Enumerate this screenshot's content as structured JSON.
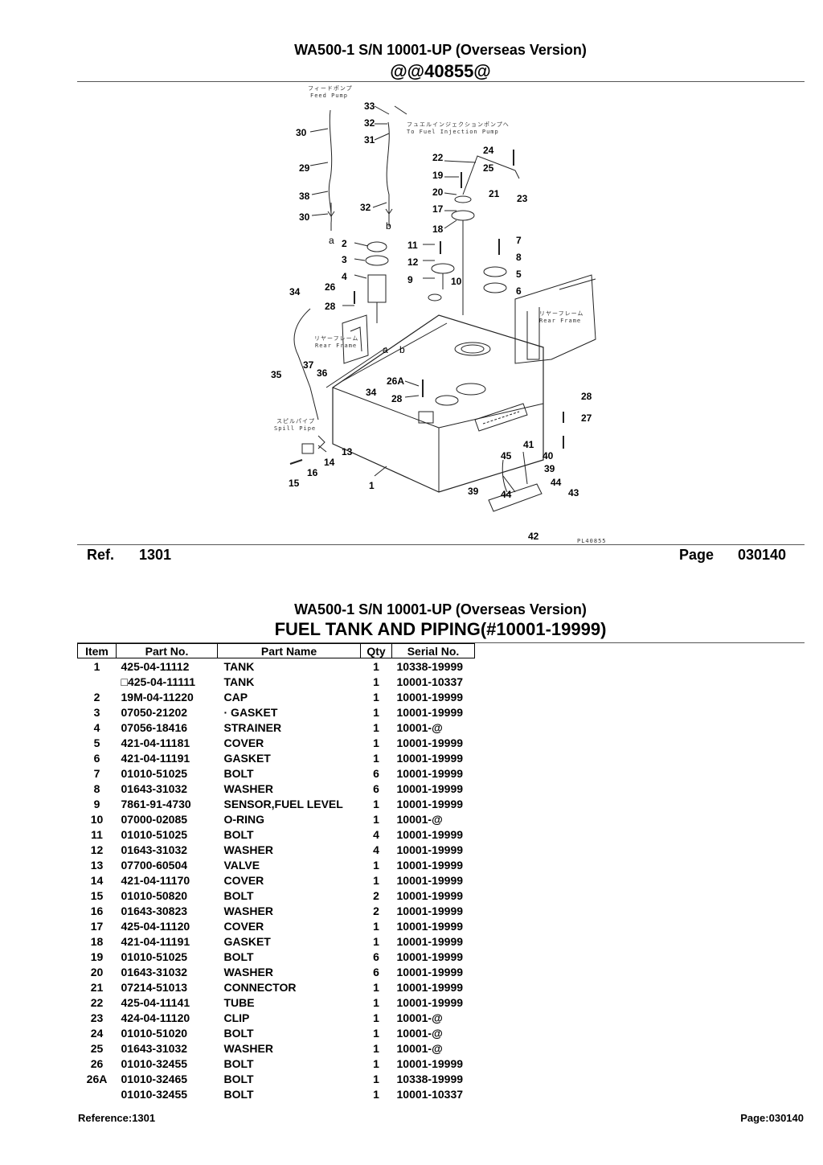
{
  "header": {
    "model_line": "WA500-1 S/N 10001-UP (Overseas Version)",
    "illustration_code": "@@40855@"
  },
  "diagram": {
    "drawing_number": "PL40855",
    "captions": {
      "feed_pump_jp": "フィードポンプ",
      "feed_pump_en": "Feed Pump",
      "injection_jp": "フュエルインジェクションポンプへ",
      "injection_en": "To Fuel Injection Pump",
      "rear_frame_jp_1": "リヤーフレーム",
      "rear_frame_en_1": "Rear Frame",
      "rear_frame_jp_2": "リヤーフレーム",
      "rear_frame_en_2": "Rear Frame",
      "spill_pipe_jp": "スピルパイプ",
      "spill_pipe_en": "Spill Pipe"
    },
    "callouts": [
      "33",
      "32",
      "30",
      "31",
      "24",
      "22",
      "29",
      "25",
      "19",
      "20",
      "21",
      "23",
      "38",
      "32",
      "17",
      "30",
      "18",
      "7",
      "2",
      "11",
      "8",
      "3",
      "12",
      "5",
      "4",
      "9",
      "10",
      "6",
      "26",
      "34",
      "28",
      "37",
      "36",
      "35",
      "26A",
      "34",
      "28",
      "28",
      "27",
      "13",
      "41",
      "45",
      "40",
      "14",
      "39",
      "16",
      "44",
      "15",
      "1",
      "39",
      "44",
      "43",
      "42"
    ],
    "letters": [
      "a",
      "b",
      "a",
      "b"
    ]
  },
  "reference_bar": {
    "ref_label": "Ref.",
    "ref_value": "1301",
    "page_label": "Page",
    "page_value": "030140"
  },
  "section": {
    "model_line": "WA500-1 S/N 10001-UP (Overseas Version)",
    "title": "FUEL TANK AND PIPING(#10001-19999)"
  },
  "table": {
    "headers": [
      "Item",
      "Part No.",
      "Part Name",
      "Qty",
      "Serial No."
    ],
    "rows": [
      [
        "1",
        "425-04-11112",
        "TANK",
        "1",
        "10338-19999"
      ],
      [
        "",
        "□425-04-11111",
        "TANK",
        "1",
        "10001-10337"
      ],
      [
        "2",
        "19M-04-11220",
        "CAP",
        "1",
        "10001-19999"
      ],
      [
        "3",
        "07050-21202",
        "· GASKET",
        "1",
        "10001-19999"
      ],
      [
        "4",
        "07056-18416",
        "STRAINER",
        "1",
        "10001-@"
      ],
      [
        "5",
        "421-04-11181",
        "COVER",
        "1",
        "10001-19999"
      ],
      [
        "6",
        "421-04-11191",
        "GASKET",
        "1",
        "10001-19999"
      ],
      [
        "7",
        "01010-51025",
        "BOLT",
        "6",
        "10001-19999"
      ],
      [
        "8",
        "01643-31032",
        "WASHER",
        "6",
        "10001-19999"
      ],
      [
        "9",
        "7861-91-4730",
        "SENSOR,FUEL LEVEL",
        "1",
        "10001-19999"
      ],
      [
        "10",
        "07000-02085",
        "O-RING",
        "1",
        "10001-@"
      ],
      [
        "11",
        "01010-51025",
        "BOLT",
        "4",
        "10001-19999"
      ],
      [
        "12",
        "01643-31032",
        "WASHER",
        "4",
        "10001-19999"
      ],
      [
        "13",
        "07700-60504",
        "VALVE",
        "1",
        "10001-19999"
      ],
      [
        "14",
        "421-04-11170",
        "COVER",
        "1",
        "10001-19999"
      ],
      [
        "15",
        "01010-50820",
        "BOLT",
        "2",
        "10001-19999"
      ],
      [
        "16",
        "01643-30823",
        "WASHER",
        "2",
        "10001-19999"
      ],
      [
        "17",
        "425-04-11120",
        "COVER",
        "1",
        "10001-19999"
      ],
      [
        "18",
        "421-04-11191",
        "GASKET",
        "1",
        "10001-19999"
      ],
      [
        "19",
        "01010-51025",
        "BOLT",
        "6",
        "10001-19999"
      ],
      [
        "20",
        "01643-31032",
        "WASHER",
        "6",
        "10001-19999"
      ],
      [
        "21",
        "07214-51013",
        "CONNECTOR",
        "1",
        "10001-19999"
      ],
      [
        "22",
        "425-04-11141",
        "TUBE",
        "1",
        "10001-19999"
      ],
      [
        "23",
        "424-04-11120",
        "CLIP",
        "1",
        "10001-@"
      ],
      [
        "24",
        "01010-51020",
        "BOLT",
        "1",
        "10001-@"
      ],
      [
        "25",
        "01643-31032",
        "WASHER",
        "1",
        "10001-@"
      ],
      [
        "26",
        "01010-32455",
        "BOLT",
        "1",
        "10001-19999"
      ],
      [
        "26A",
        "01010-32465",
        "BOLT",
        "1",
        "10338-19999"
      ],
      [
        "",
        "01010-32455",
        "BOLT",
        "1",
        "10001-10337"
      ]
    ]
  },
  "footer": {
    "reference": "Reference:1301",
    "page": "Page:030140"
  }
}
